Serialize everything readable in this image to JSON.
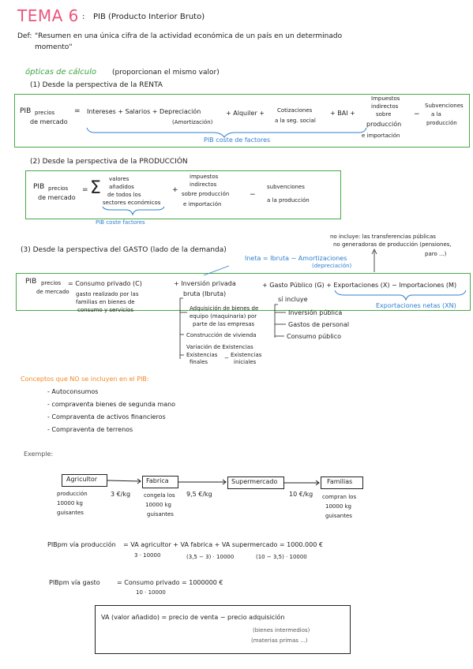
{
  "header": {
    "tema": "TEMA 6",
    "colon": ":",
    "subtitle": "PIB (Producto Interior Bruto)",
    "def_label": "Def:",
    "def_line1": "\"Resumen en una única cifra de la actividad económica de un país en un determinado",
    "def_line2": "momento\""
  },
  "opticas": {
    "heading": "ópticas de cálculo",
    "note": "(proporcionan el mismo valor)"
  },
  "renta": {
    "heading": "(1) Desde la perspectiva de la RENTA",
    "pib": "PIB",
    "precios": "precios",
    "de_mercado": "de mercado",
    "eq": "=",
    "intereses": "Intereses + Salarios + Depreciación",
    "amortizacion": "(Amortización)",
    "alquiler": "+ Alquiler +",
    "cotizaciones": "Cotizaciones",
    "seg_social": "a la seg. social",
    "bai": "+ BAI +",
    "impuestos_1": "Impuestos",
    "impuestos_2": "indirectos",
    "impuestos_3": "sobre",
    "impuestos_4": "producción",
    "impuestos_5": "e importación",
    "minus": "−",
    "subv_1": "Subvenciones",
    "subv_2": "a la",
    "subv_3": "producción",
    "coste_factores": "PIB coste de factores"
  },
  "produccion": {
    "heading": "(2) Desde la perspectiva de la PRODUCCIÓN",
    "pib": "PIB",
    "precios": "precios",
    "de_mercado": "de mercado",
    "eq": "=",
    "sigma": "Σ",
    "va_1": "valores",
    "va_2": "añadidos",
    "va_3": "de todos los",
    "va_4": "sectores económicos",
    "plus": "+",
    "imp_1": "impuestos",
    "imp_2": "indirectos",
    "imp_3": "sobre producción",
    "imp_4": "e importación",
    "minus": "−",
    "subv_1": "subvenciones",
    "subv_2": "a la producción",
    "coste_factores": "PIB coste factores"
  },
  "gasto": {
    "heading": "(3) Desde la perspectiva del GASTO (lado de la demanda)",
    "no_incluye_1": "no incluye: las transferencias públicas",
    "no_incluye_2": "no generadoras de producción (pensiones,",
    "no_incluye_3": "paro ...)",
    "ineta": "Ineta = Ibruta − Amortizaciones",
    "depreciacion": "(depreciación)",
    "pib": "PIB",
    "precios": "precios",
    "de_mercado": "de mercado",
    "eq_consumo": "= Consumo privado (C)",
    "consumo_desc_1": "gasto realizado por las",
    "consumo_desc_2": "familias en bienes de",
    "consumo_desc_3": "consumo y servicios",
    "inversion": "+ Inversión privada",
    "bruta": "bruta (Ibruta)",
    "adq_1": "Adquisición de bienes de",
    "adq_2": "equipo (maquinaria) por",
    "adq_3": "parte de las empresas",
    "construccion": "Construcción de vivienda",
    "variacion": "Variación de Existencias",
    "exist_fin_1": "Existencias",
    "exist_fin_2": "finales",
    "exist_minus": "−",
    "exist_ini_1": "Existencias",
    "exist_ini_2": "iniciales",
    "gasto_publico": "+ Gasto Público (G) + Exportaciones (X) − Importaciones (M)",
    "si_incluye": "sí incluye",
    "inversion_publica": "Inversión pública",
    "gastos_personal": "Gastos de personal",
    "consumo_publico": "Consumo público",
    "export_netas": "Exportaciones netas (XN)"
  },
  "conceptos": {
    "heading": "Conceptos que NO se incluyen en el PIB:",
    "items": [
      "- Autoconsumos",
      "- compraventa bienes de segunda mano",
      "- Compraventa de activos financieros",
      "- Compraventa de terrenos"
    ]
  },
  "ejemplo": {
    "heading": "Exemple:",
    "nodes": [
      "Agricultor",
      "Fabrica",
      "Supermercado",
      "Familias"
    ],
    "prices": [
      "3 €/kg",
      "9,5 €/kg",
      "10 €/kg"
    ],
    "agric_1": "producción",
    "agric_2": "10000 kg",
    "agric_3": "guisantes",
    "fab_1": "congela los",
    "fab_2": "10000 kg",
    "fab_3": "guisantes",
    "fam_1": "compran los",
    "fam_2": "10000 kg",
    "fam_3": "guisantes",
    "pib_prod": "PIBpm vía producción",
    "eq1": "= VA agricultor + VA fabrica + VA supermercado = 1000.000 €",
    "calc1": "3 · 10000",
    "calc2": "(3,5 − 3) · 10000",
    "calc3": "(10 − 3,5) · 10000",
    "pib_gasto": "PIBpm vía gasto",
    "eq2": "= Consumo privado = 1000000 €",
    "calc4": "10 · 10000",
    "va_def": "VA (valor añadido) = precio de venta − precio adquisición",
    "va_note1": "(bienes intermedios)",
    "va_note2": "(materias primas ...)"
  }
}
